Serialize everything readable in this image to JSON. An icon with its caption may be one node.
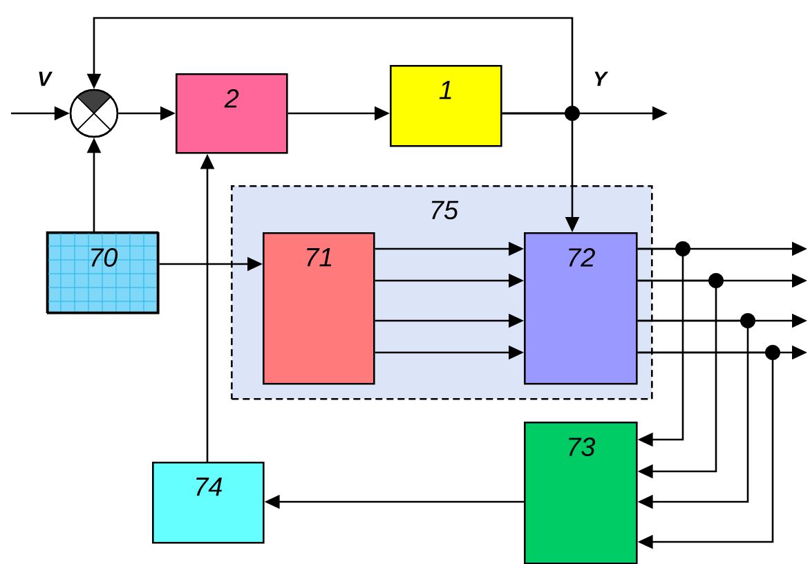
{
  "diagram": {
    "nodes": [
      {
        "text": [],
        "shape": "circle"
      },
      {
        "text": [
          "2"
        ]
      },
      {
        "text": [
          "1"
        ]
      },
      {
        "text": [
          "75"
        ]
      },
      {
        "text": [
          "70"
        ]
      },
      {
        "text": [
          "71"
        ],
        "in": 3
      },
      {
        "text": [
          "72"
        ],
        "in": 3
      },
      {
        "text": [
          "73"
        ]
      },
      {
        "text": [
          "74"
        ]
      }
    ],
    "edges": [
      {
        "from": null,
        "to": 0,
        "arrow": "to"
      },
      {
        "from": 0,
        "to": 1,
        "arrow": "to"
      },
      {
        "from": 1,
        "to": 2,
        "arrow": "to"
      },
      {
        "from": 2,
        "to": null,
        "arrow": "to"
      },
      {
        "from": 2,
        "to": 0,
        "arrow": "to"
      },
      {
        "from": 2,
        "to": 6,
        "arrow": "to"
      },
      {
        "from": 4,
        "to": 0,
        "arrow": "to"
      },
      {
        "from": 4,
        "to": 5,
        "arrow": "to"
      },
      {
        "from": 5,
        "to": 6,
        "arrow": "to"
      },
      {
        "from": 5,
        "to": 6,
        "arrow": "to"
      },
      {
        "from": 5,
        "to": 6,
        "arrow": "to"
      },
      {
        "from": 5,
        "to": 6,
        "arrow": "to"
      },
      {
        "from": 6,
        "to": null,
        "arrow": "to"
      },
      {
        "from": 6,
        "to": null,
        "arrow": "to"
      },
      {
        "from": 6,
        "to": null,
        "arrow": "to"
      },
      {
        "from": 6,
        "to": null,
        "arrow": "to"
      },
      {
        "from": 6,
        "to": 7,
        "arrow": "to"
      },
      {
        "from": 6,
        "to": 7,
        "arrow": "to"
      },
      {
        "from": 6,
        "to": 7,
        "arrow": "to"
      },
      {
        "from": 6,
        "to": 7,
        "arrow": "to"
      },
      {
        "from": 7,
        "to": 8,
        "arrow": "to"
      },
      {
        "from": 8,
        "to": 1,
        "arrow": "to"
      }
    ],
    "labels": [
      "V",
      "Y"
    ]
  }
}
